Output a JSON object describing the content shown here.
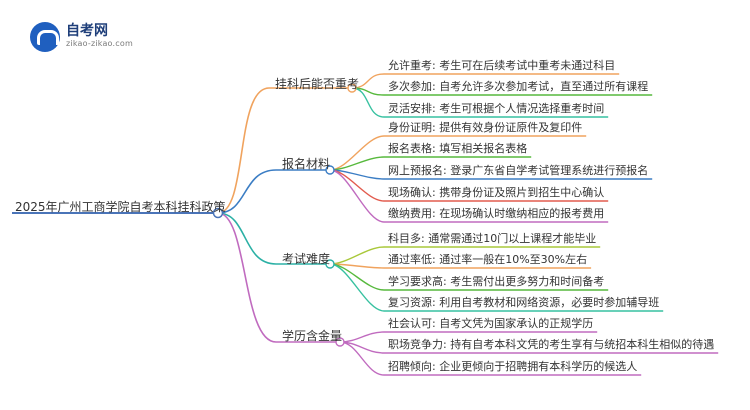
{
  "logo": {
    "name": "自考网",
    "url": "zikao-zikao.com"
  },
  "root": "2025年广州工商学院自考本科挂科政策",
  "colors": {
    "root": "#4a74b8",
    "b0": "#f0a35e",
    "b1": "#3b7dc4",
    "b2": "#2bb0a5",
    "b3": "#c06bbf"
  },
  "branches": [
    {
      "label": "挂科后能否重考",
      "color": "#f0a35e",
      "leaves": [
        {
          "label": "允许重考",
          "text": "考生可在后续考试中重考未通过科目",
          "color": "#f0a35e"
        },
        {
          "label": "多次参加",
          "text": "自考允许多次参加考试，直至通过所有课程",
          "color": "#57b93d"
        },
        {
          "label": "灵活安排",
          "text": "考生可根据个人情况选择重考时间",
          "color": "#37c1a0"
        }
      ]
    },
    {
      "label": "报名材料",
      "color": "#3b7dc4",
      "leaves": [
        {
          "label": "身份证明",
          "text": "提供有效身份证原件及复印件",
          "color": "#f0a35e"
        },
        {
          "label": "报名表格",
          "text": "填写相关报名表格",
          "color": "#57b93d"
        },
        {
          "label": "网上预报名",
          "text": "登录广东省自学考试管理系统进行预报名",
          "color": "#3b7dc4"
        },
        {
          "label": "现场确认",
          "text": "携带身份证及照片到招生中心确认",
          "color": "#e25b4e"
        },
        {
          "label": "缴纳费用",
          "text": "在现场确认时缴纳相应的报考费用",
          "color": "#c06bbf"
        }
      ]
    },
    {
      "label": "考试难度",
      "color": "#2bb0a5",
      "leaves": [
        {
          "label": "科目多",
          "text": "通常需通过10门以上课程才能毕业",
          "color": "#a9c83a"
        },
        {
          "label": "通过率低",
          "text": "通过率一般在10%至30%左右",
          "color": "#f0a35e"
        },
        {
          "label": "学习要求高",
          "text": "考生需付出更多努力和时间备考",
          "color": "#57b93d"
        },
        {
          "label": "复习资源",
          "text": "利用自考教材和网络资源，必要时参加辅导班",
          "color": "#37c1a0"
        }
      ]
    },
    {
      "label": "学历含金量",
      "color": "#c06bbf",
      "leaves": [
        {
          "label": "社会认可",
          "text": "自考文凭为国家承认的正规学历",
          "color": "#c06bbf"
        },
        {
          "label": "职场竞争力",
          "text": "持有自考本科文凭的考生享有与统招本科生相似的待遇",
          "color": "#c06bbf"
        },
        {
          "label": "招聘倾向",
          "text": "企业更倾向于招聘拥有本科学历的候选人",
          "color": "#c06bbf"
        }
      ]
    }
  ]
}
